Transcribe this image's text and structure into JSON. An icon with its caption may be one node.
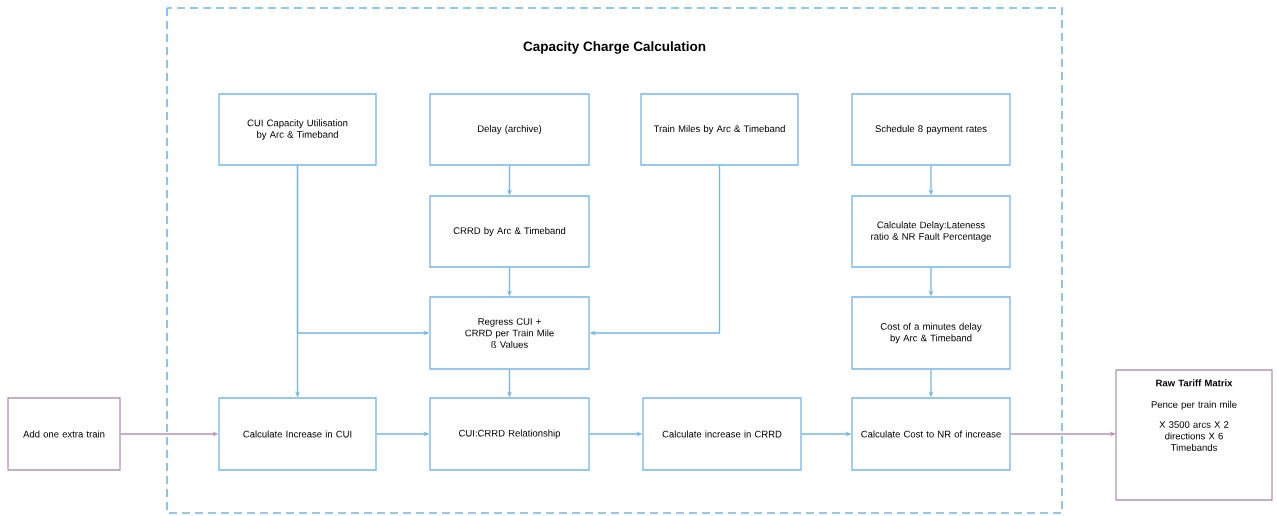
{
  "diagram": {
    "nodes": [
      {
        "text": [
          "Capacity Charge Calculation"
        ]
      },
      {
        "text": [
          "CUI Capacity Utilisation by Arc & Timeband"
        ],
        "in": 0
      },
      {
        "text": [
          "Delay (archive)"
        ],
        "in": 0
      },
      {
        "text": [
          "Train Miles by Arc & Timeband"
        ],
        "in": 0
      },
      {
        "text": [
          "Schedule 8 payment rates"
        ],
        "in": 0
      },
      {
        "text": [
          "CRRD by Arc & Timeband"
        ],
        "in": 0
      },
      {
        "text": [
          "Calculate Delay:Lateness ratio & NR Fault Percentage"
        ],
        "in": 0
      },
      {
        "text": [
          "Regress CUI + CRRD per Train Mile",
          "ß Values"
        ],
        "in": 0
      },
      {
        "text": [
          "Cost of a minutes delay by Arc & Timeband"
        ],
        "in": 0
      },
      {
        "text": [
          "Add one extra train"
        ]
      },
      {
        "text": [
          "Calculate Increase in CUI"
        ],
        "in": 0
      },
      {
        "text": [
          "CUI:CRRD Relationship"
        ],
        "in": 0
      },
      {
        "text": [
          "Calculate increase in CRRD"
        ],
        "in": 0
      },
      {
        "text": [
          "Calculate Cost to NR of increase"
        ],
        "in": 0
      },
      {
        "text": [
          "Raw Tariff Matrix",
          "Pence per train mile",
          "X 3500 arcs X 2 directions X 6 Timebands"
        ]
      }
    ],
    "edges": [
      {
        "from": 2,
        "to": 5,
        "arrow": "to"
      },
      {
        "from": 5,
        "to": 7,
        "arrow": "to"
      },
      {
        "from": 1,
        "to": 7,
        "arrow": "to"
      },
      {
        "from": 1,
        "to": 10,
        "arrow": "to"
      },
      {
        "from": 3,
        "to": 7,
        "arrow": "to"
      },
      {
        "from": 7,
        "to": 11,
        "arrow": "to"
      },
      {
        "from": 4,
        "to": 6,
        "arrow": "to"
      },
      {
        "from": 6,
        "to": 8,
        "arrow": "to"
      },
      {
        "from": 8,
        "to": 13,
        "arrow": "to"
      },
      {
        "from": 9,
        "to": 10,
        "arrow": "to",
        "color": "#b395b0"
      },
      {
        "from": 10,
        "to": 11,
        "arrow": "to"
      },
      {
        "from": 11,
        "to": 12,
        "arrow": "to"
      },
      {
        "from": 12,
        "to": 13,
        "arrow": "to"
      },
      {
        "from": 13,
        "to": 14,
        "arrow": "to",
        "color": "#b395b0"
      }
    ]
  }
}
